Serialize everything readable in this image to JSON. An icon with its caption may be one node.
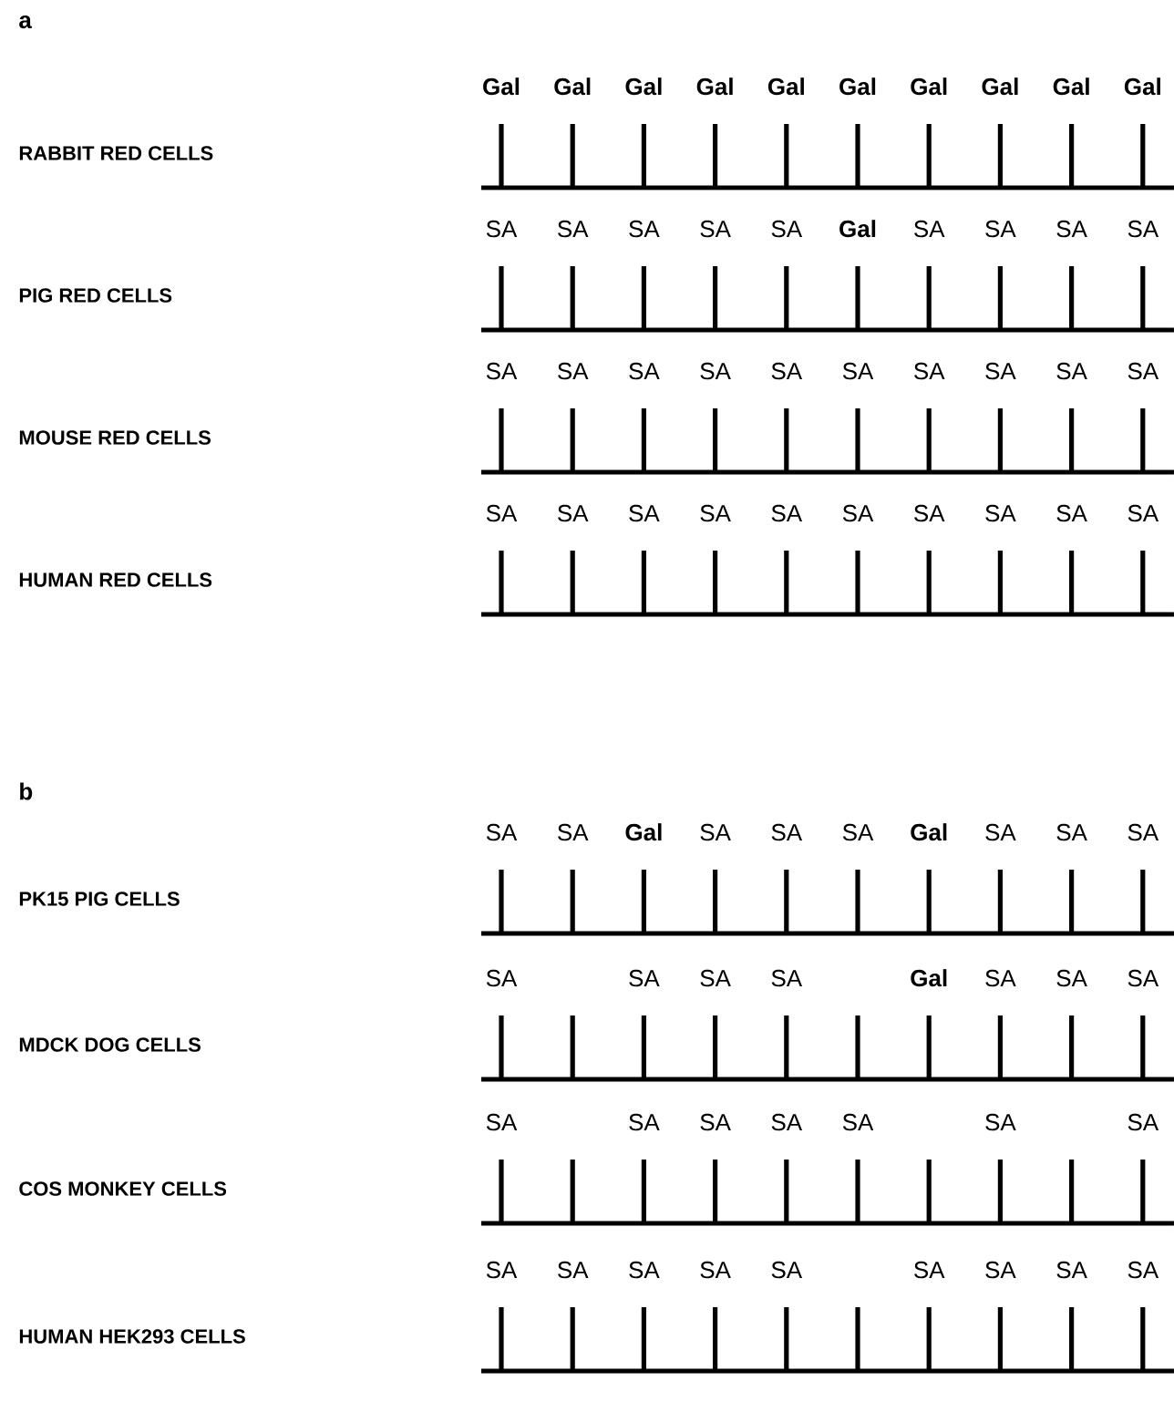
{
  "diagram": {
    "labels": [
      "a",
      "RABBIT RED CELLS",
      "Gal",
      "Gal",
      "Gal",
      "Gal",
      "Gal",
      "Gal",
      "Gal",
      "Gal",
      "Gal",
      "Gal",
      "PIG RED CELLS",
      "SA",
      "SA",
      "SA",
      "SA",
      "SA",
      "Gal",
      "SA",
      "SA",
      "SA",
      "SA",
      "MOUSE RED CELLS",
      "SA",
      "SA",
      "SA",
      "SA",
      "SA",
      "SA",
      "SA",
      "SA",
      "SA",
      "SA",
      "HUMAN RED CELLS",
      "SA",
      "SA",
      "SA",
      "SA",
      "SA",
      "SA",
      "SA",
      "SA",
      "SA",
      "SA",
      "b",
      "PK15 PIG CELLS",
      "SA",
      "SA",
      "Gal",
      "SA",
      "SA",
      "SA",
      "Gal",
      "SA",
      "SA",
      "SA",
      "MDCK DOG CELLS",
      "SA",
      "SA",
      "SA",
      "SA",
      "Gal",
      "SA",
      "SA",
      "SA",
      "COS MONKEY CELLS",
      "SA",
      "SA",
      "SA",
      "SA",
      "SA",
      "SA",
      "SA",
      "HUMAN HEK293 CELLS",
      "SA",
      "SA",
      "SA",
      "SA",
      "SA",
      "SA",
      "SA",
      "SA",
      "SA"
    ]
  }
}
